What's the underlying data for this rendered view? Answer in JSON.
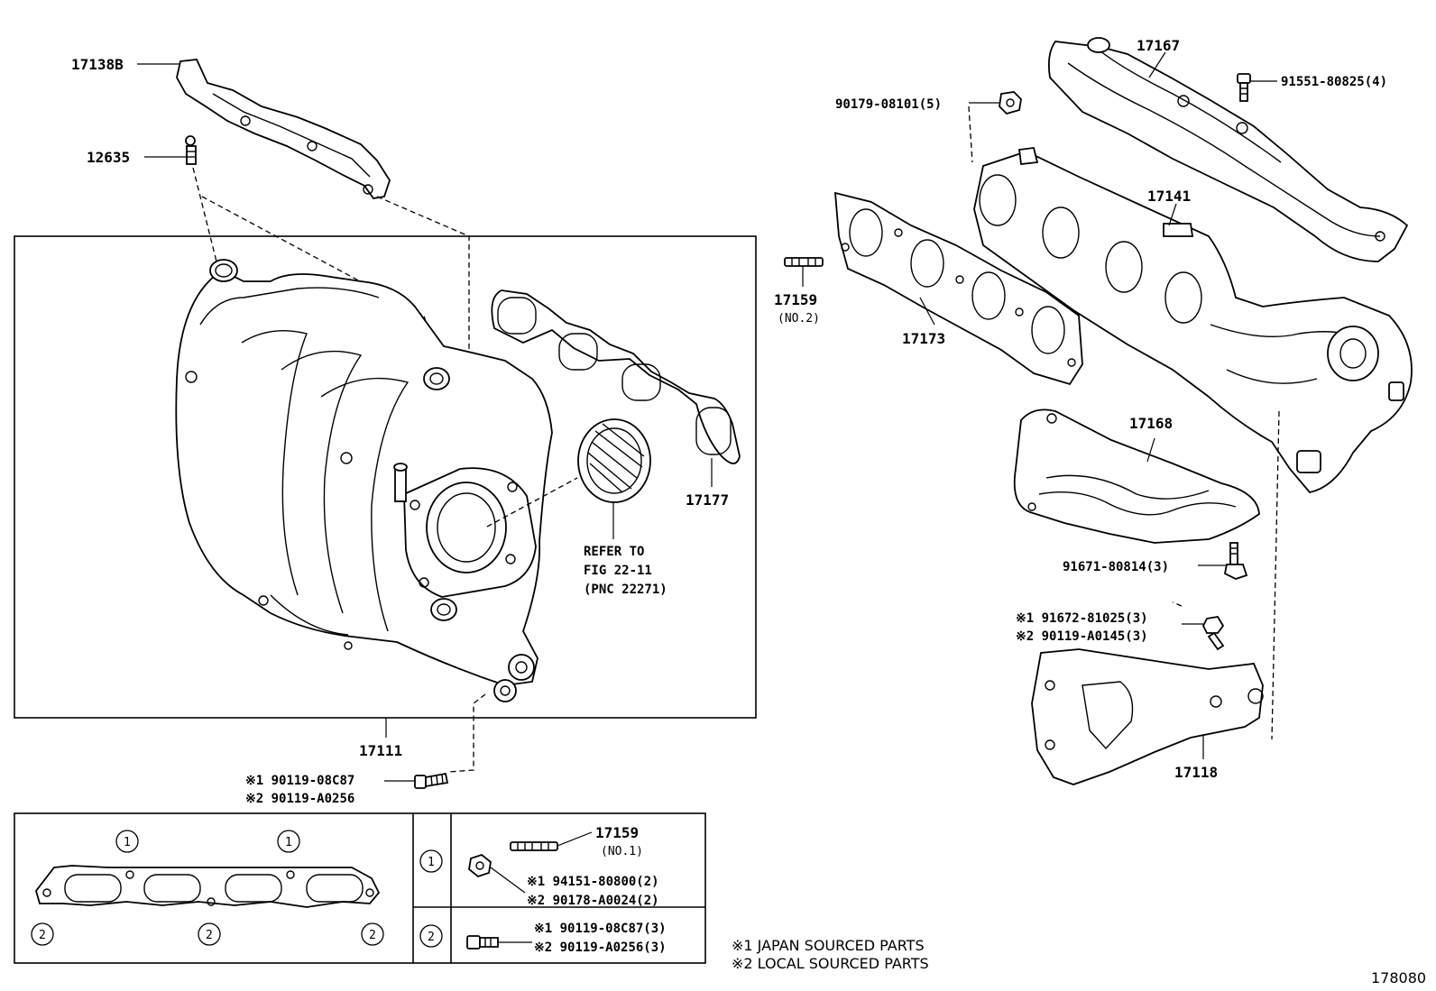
{
  "figure_id": "178080",
  "callouts": {
    "heat_insulator_upper": "17138B",
    "plug": "12635",
    "intake_manifold": "17111",
    "intake_gasket": "17177",
    "refer_line1": "REFER TO",
    "refer_line2": "FIG 22-11",
    "refer_line3": "(PNC 22271)",
    "exhaust_insulator_upper": "17167",
    "bolt_upper": "91551-80825(4)",
    "nut_exhaust": "90179-08101(5)",
    "exhaust_manifold": "17141",
    "stud_no2": "17159",
    "stud_no2_sub": "(NO.2)",
    "exhaust_gasket": "17173",
    "exhaust_insulator_lower": "17168",
    "bolt_lower": "91671-80814(3)",
    "bracket_bolt_1": "※1 91672-81025(3)",
    "bracket_bolt_2": "※2 90119-A0145(3)",
    "bracket": "17118",
    "manifold_bolt_1": "※1 90119-08C87",
    "manifold_bolt_2": "※2 90119-A0256"
  },
  "inset": {
    "marker_1": "1",
    "marker_2": "2",
    "stud_no1": "17159",
    "stud_no1_sub": "(NO.1)",
    "nut_1": "※1 94151-80800(2)",
    "nut_2": "※2 90178-A0024(2)",
    "bolt_1": "※1 90119-08C87(3)",
    "bolt_2": "※2 90119-A0256(3)"
  },
  "legend": {
    "note1": "※1 JAPAN SOURCED PARTS",
    "note2": "※2 LOCAL SOURCED PARTS"
  }
}
